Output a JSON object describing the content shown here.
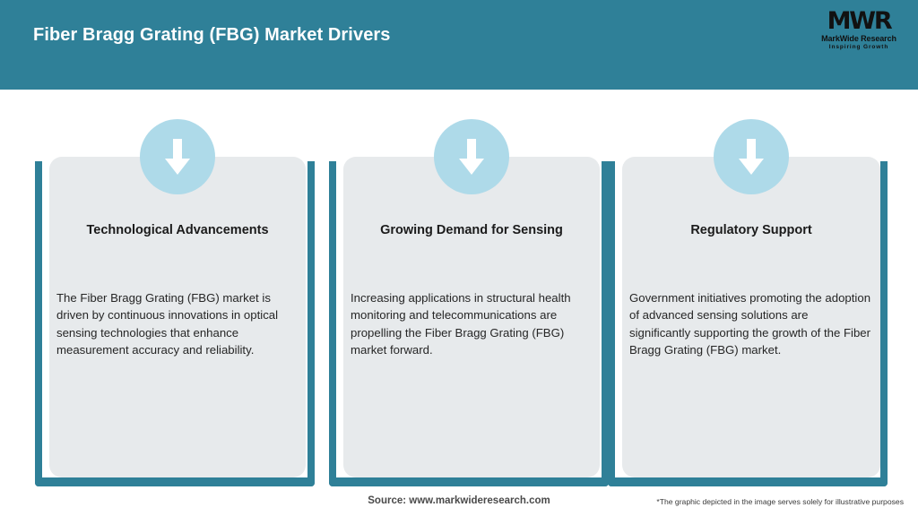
{
  "header": {
    "title": "Fiber Bragg Grating (FBG) Market Drivers",
    "bar_color": "#2f8098",
    "text_color": "#ffffff"
  },
  "logo": {
    "mark": "MWR",
    "name": "MarkWide Research",
    "tagline": "Inspiring Growth"
  },
  "theme": {
    "accent": "#2f8098",
    "card_bg": "#e7eaec",
    "icon_circle": "#aedae9",
    "arrow": "#ffffff"
  },
  "cards": [
    {
      "icon": "arrow-down-icon",
      "title": "Technological Advancements",
      "body": "The Fiber Bragg Grating (FBG) market is driven by continuous innovations in optical sensing technologies that enhance measurement accuracy and reliability."
    },
    {
      "icon": "arrow-down-icon",
      "title": "Growing Demand for Sensing",
      "body": "Increasing applications in structural health monitoring and telecommunications are propelling the Fiber Bragg Grating (FBG) market forward."
    },
    {
      "icon": "arrow-down-icon",
      "title": "Regulatory Support",
      "body": "Government initiatives promoting the adoption of advanced sensing solutions are significantly supporting the growth of the Fiber Bragg Grating (FBG) market."
    }
  ],
  "footer": {
    "source": "Source: www.markwideresearch.com",
    "disclaimer": "*The graphic depicted in the image serves solely for illustrative purposes"
  }
}
